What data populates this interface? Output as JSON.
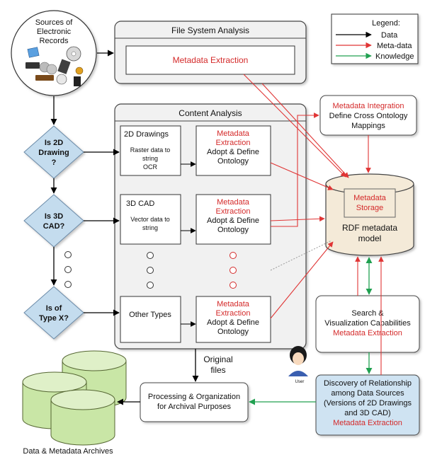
{
  "colors": {
    "data_arrow": "#000000",
    "metadata_arrow": "#e03535",
    "knowledge_arrow": "#20a050",
    "panel_fill": "#f1f1f1",
    "diamond_fill": "#c4dcee",
    "archive_fill": "#c9e6a6",
    "storage_fill": "#f4ead8",
    "highlight_text": "#d42a2a"
  },
  "legend": {
    "title": "Legend:",
    "items": [
      {
        "label": "Data",
        "color": "#000000"
      },
      {
        "label": "Meta-data",
        "color": "#e03535"
      },
      {
        "label": "Knowledge",
        "color": "#20a050"
      }
    ]
  },
  "sources": {
    "lines": [
      "Sources of",
      "Electronic",
      "Records"
    ]
  },
  "file_system_analysis": {
    "title": "File System Analysis",
    "extraction": "Metadata Extraction"
  },
  "content_analysis": {
    "title": "Content Analysis",
    "rows": [
      {
        "type_title": "2D Drawings",
        "type_lines": [
          "Raster data to",
          "string",
          "OCR"
        ],
        "meta_lines": [
          "Metadata",
          "Extraction"
        ],
        "action_lines": [
          "Adopt & Define",
          "Ontology"
        ]
      },
      {
        "type_title": "3D CAD",
        "type_lines": [
          "Vector data to",
          "string"
        ],
        "meta_lines": [
          "Metadata",
          "Extraction"
        ],
        "action_lines": [
          "Adopt & Define",
          "Ontology"
        ]
      },
      {
        "type_title": "Other Types",
        "type_lines": [],
        "meta_lines": [
          "Metadata",
          "Extraction"
        ],
        "action_lines": [
          "Adopt & Define",
          "Ontology"
        ]
      }
    ]
  },
  "decisions": [
    {
      "lines": [
        "Is 2D",
        "Drawing",
        "?"
      ]
    },
    {
      "lines": [
        "Is 3D",
        "CAD?"
      ]
    },
    {
      "lines": [
        "Is of",
        "Type X?"
      ]
    }
  ],
  "integration": {
    "title": "Metadata Integration",
    "lines": [
      "Define Cross Ontology",
      "Mappings"
    ]
  },
  "storage": {
    "inner_lines": [
      "Metadata",
      "Storage"
    ],
    "model_lines": [
      "RDF metadata",
      "model"
    ]
  },
  "search": {
    "lines": [
      "Search &",
      "Visualization Capabilities"
    ],
    "extraction": "Metadata Extraction"
  },
  "user": {
    "label": "User"
  },
  "discovery": {
    "lines": [
      "Discovery of Relationship",
      "among Data Sources",
      "(Versions of 2D Drawings",
      "and 3D CAD)"
    ],
    "extraction": "Metadata Extraction"
  },
  "original_files": {
    "lines": [
      "Original",
      "files"
    ]
  },
  "processing": {
    "lines": [
      "Processing & Organization",
      "for Archival Purposes"
    ]
  },
  "archives": {
    "label": "Data & Metadata Archives"
  }
}
